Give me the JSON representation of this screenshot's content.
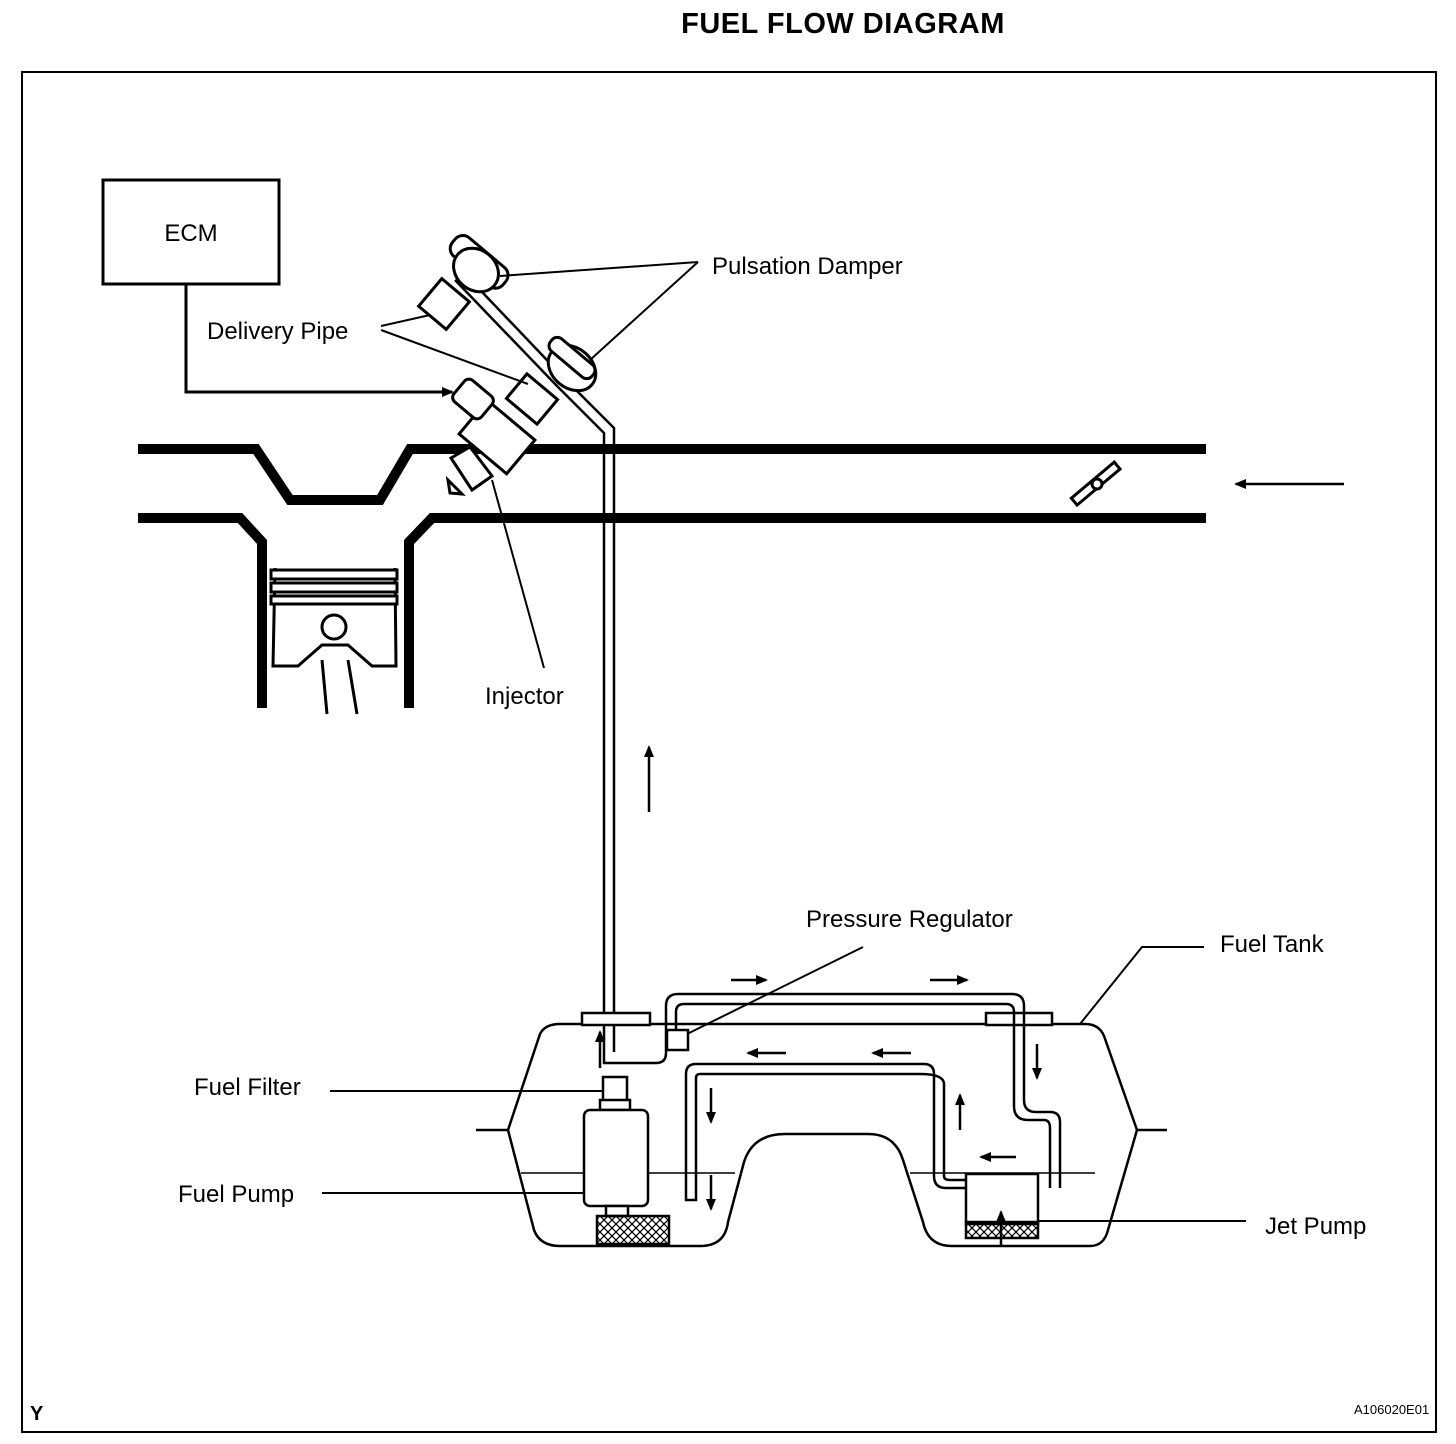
{
  "title": "FUEL FLOW DIAGRAM",
  "labels": {
    "ecm": "ECM",
    "pulsation_damper": "Pulsation Damper",
    "delivery_pipe": "Delivery Pipe",
    "injector": "Injector",
    "pressure_regulator": "Pressure Regulator",
    "fuel_tank": "Fuel Tank",
    "fuel_filter": "Fuel Filter",
    "fuel_pump": "Fuel Pump",
    "jet_pump": "Jet Pump"
  },
  "footer": {
    "corner_mark": "Y",
    "figure_code": "A106020E01"
  }
}
